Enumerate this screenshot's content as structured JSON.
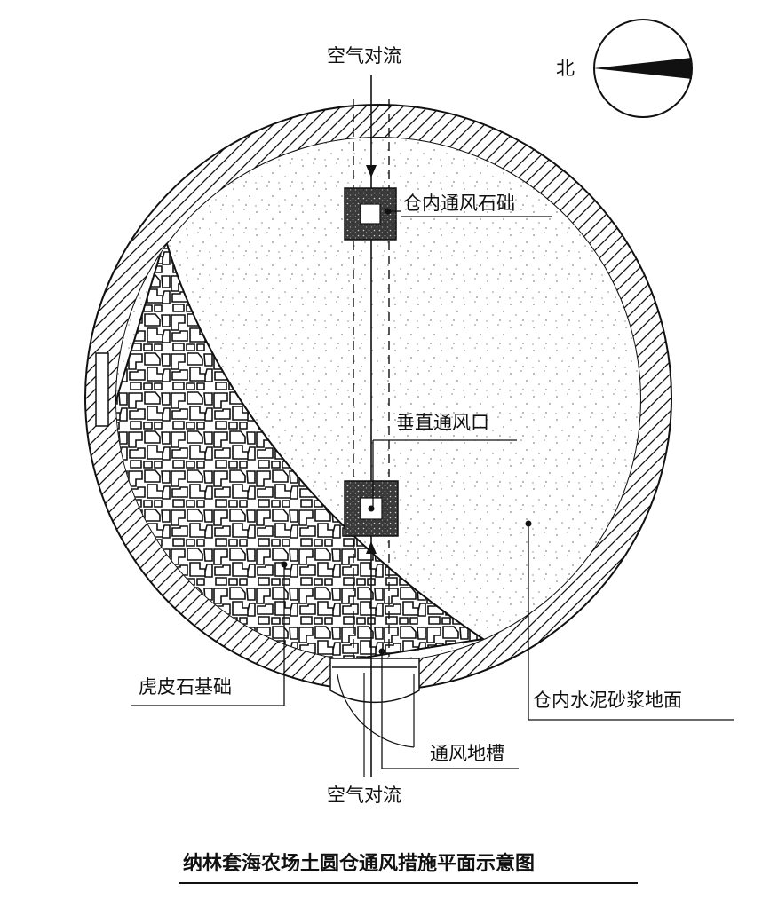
{
  "labels": {
    "air_top": "空气对流",
    "air_bottom": "空气对流",
    "north": "北",
    "vent_stone": "仓内通风石础",
    "vertical_vent": "垂直通风口",
    "tiger_stone": "虎皮石基础",
    "cement_floor": "仓内水泥砂浆地面",
    "vent_trench": "通风地槽"
  },
  "caption": "纳林套海农场土圆仓通风措施平面示意图",
  "colors": {
    "ink": "#111111",
    "floor_dot": "#8a8a8a",
    "stone_fill": "#3a3a3a"
  }
}
